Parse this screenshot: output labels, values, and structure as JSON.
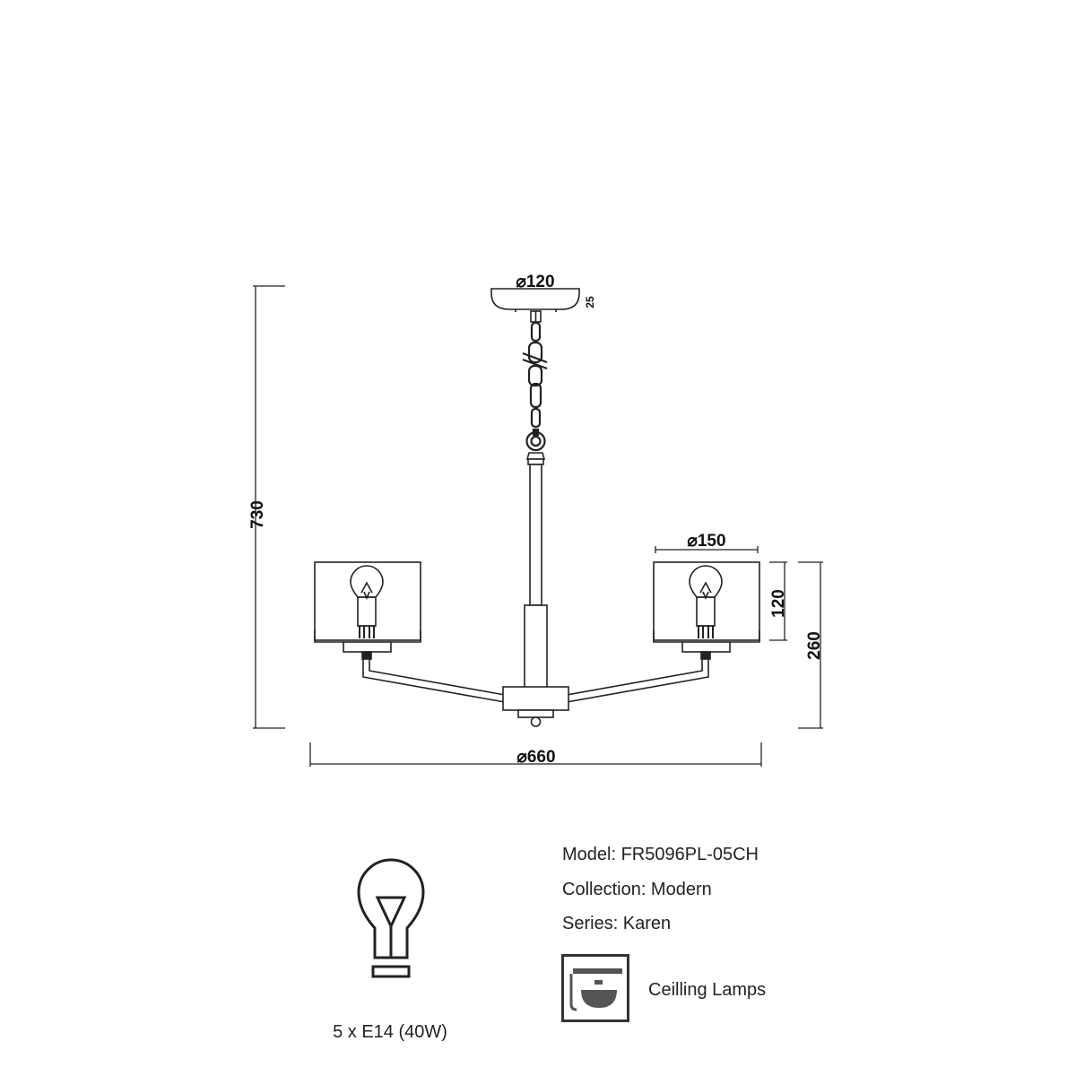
{
  "dimensions": {
    "canopy_diameter": "⌀120",
    "canopy_height": "25",
    "total_height": "730",
    "shade_diameter": "⌀150",
    "shade_height": "120",
    "arm_height": "260",
    "total_diameter": "⌀660"
  },
  "product": {
    "model": "Model: FR5096PL-05CH",
    "collection": "Collection: Modern",
    "series": "Series: Karen",
    "lamp_type": "Ceilling Lamps"
  },
  "bulb": {
    "spec": "5 x E14 (40W)",
    "icon": "light-bulb-icon"
  },
  "category_icon": "ceiling-lamp-icon"
}
